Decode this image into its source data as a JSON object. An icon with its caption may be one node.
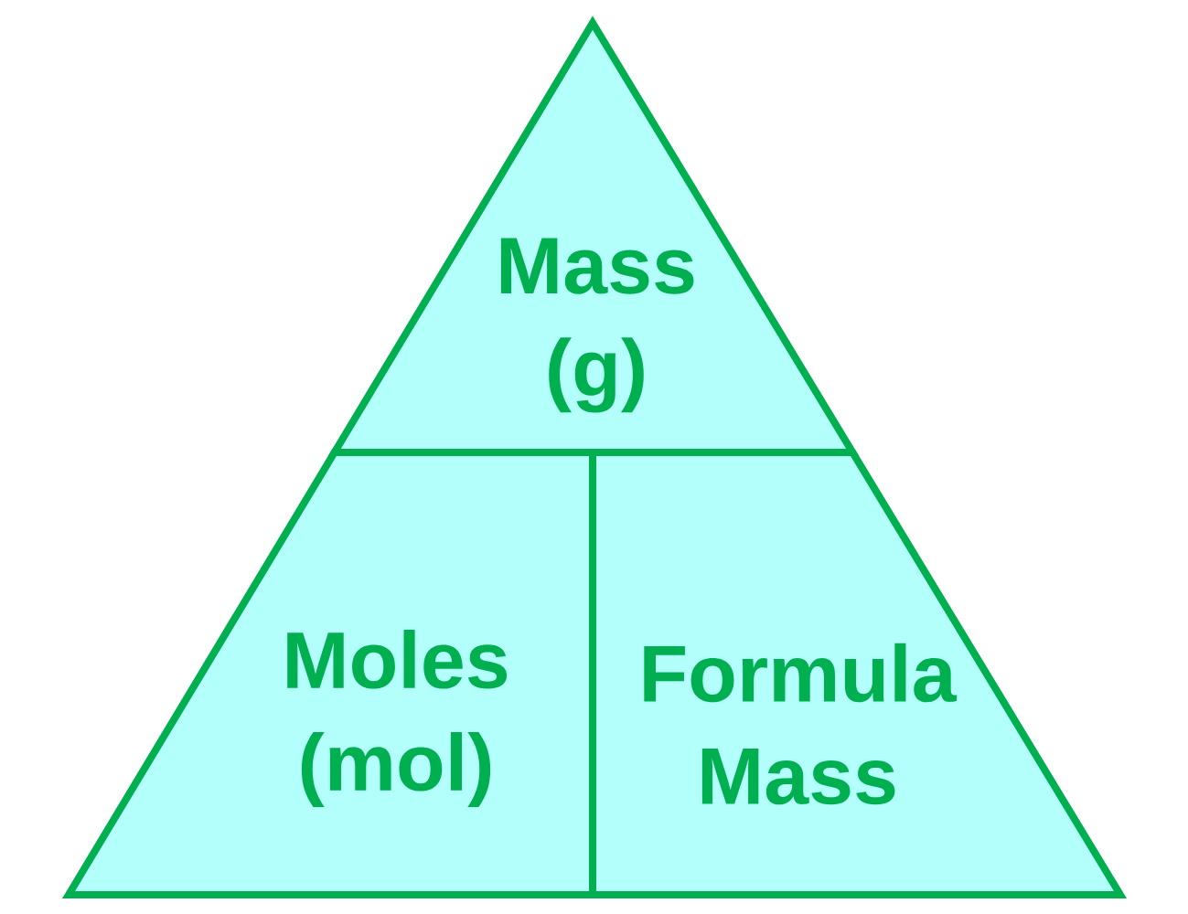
{
  "diagram": {
    "nodes": [
      {
        "text": [
          "Mass (g)"
        ]
      },
      {
        "text": [
          "Moles (mol)"
        ]
      },
      {
        "text": [
          "Formula Mass"
        ]
      }
    ]
  }
}
